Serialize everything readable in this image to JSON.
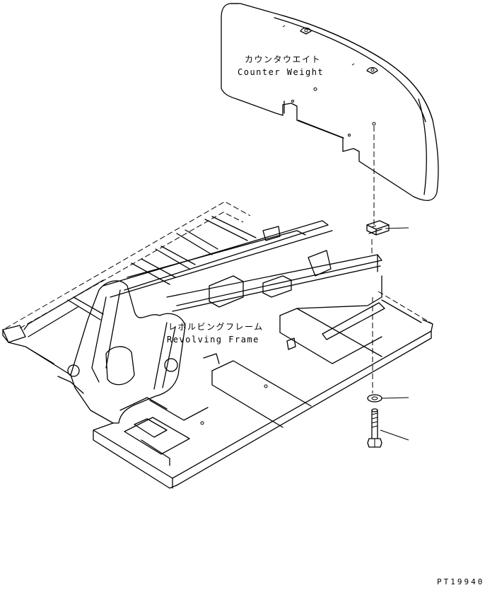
{
  "diagram": {
    "counterweight": {
      "label_jp": "カウンタウエイト",
      "label_en": "Counter Weight"
    },
    "frame": {
      "label_jp": "レボルビングフレーム",
      "label_en": "Revolving Frame"
    },
    "drawing_code": "PT19940"
  }
}
